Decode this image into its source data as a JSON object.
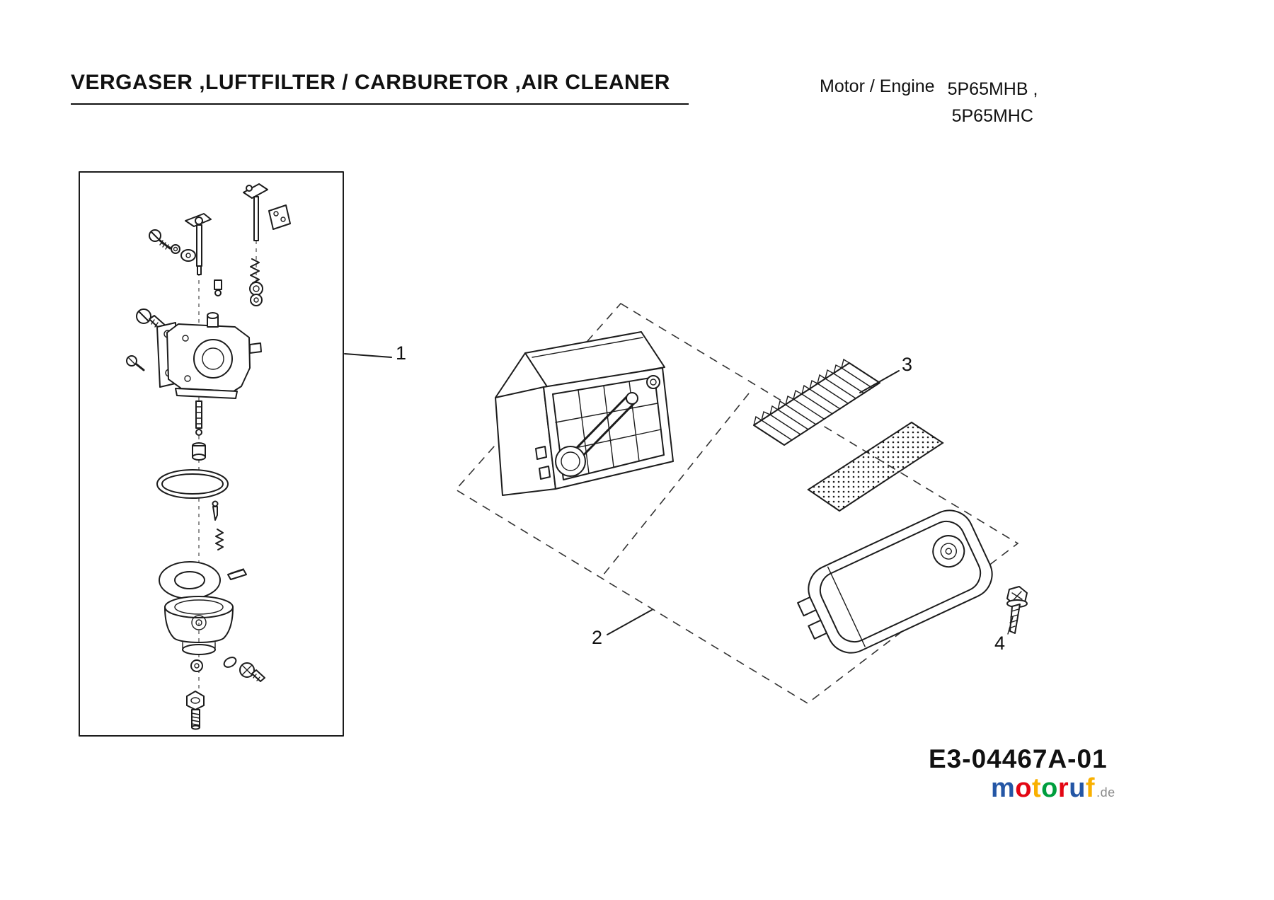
{
  "header": {
    "title": "VERGASER ,LUFTFILTER / CARBURETOR ,AIR CLEANER",
    "engine_label": "Motor / Engine",
    "engine_model_1": "5P65MHB ,",
    "engine_model_2": "5P65MHC"
  },
  "parts": [
    {
      "number": "1"
    },
    {
      "number": "2"
    },
    {
      "number": "3"
    },
    {
      "number": "4"
    }
  ],
  "footer": {
    "diagram_code": "E3-04467A-01"
  },
  "logo": {
    "letters": [
      {
        "char": "m",
        "color": "#2456a5"
      },
      {
        "char": "o",
        "color": "#e30613"
      },
      {
        "char": "t",
        "color": "#f9b000"
      },
      {
        "char": "o",
        "color": "#009e3d"
      },
      {
        "char": "r",
        "color": "#e30613"
      },
      {
        "char": "u",
        "color": "#2456a5"
      },
      {
        "char": "f",
        "color": "#f9b000"
      }
    ],
    "suffix": ".de"
  }
}
